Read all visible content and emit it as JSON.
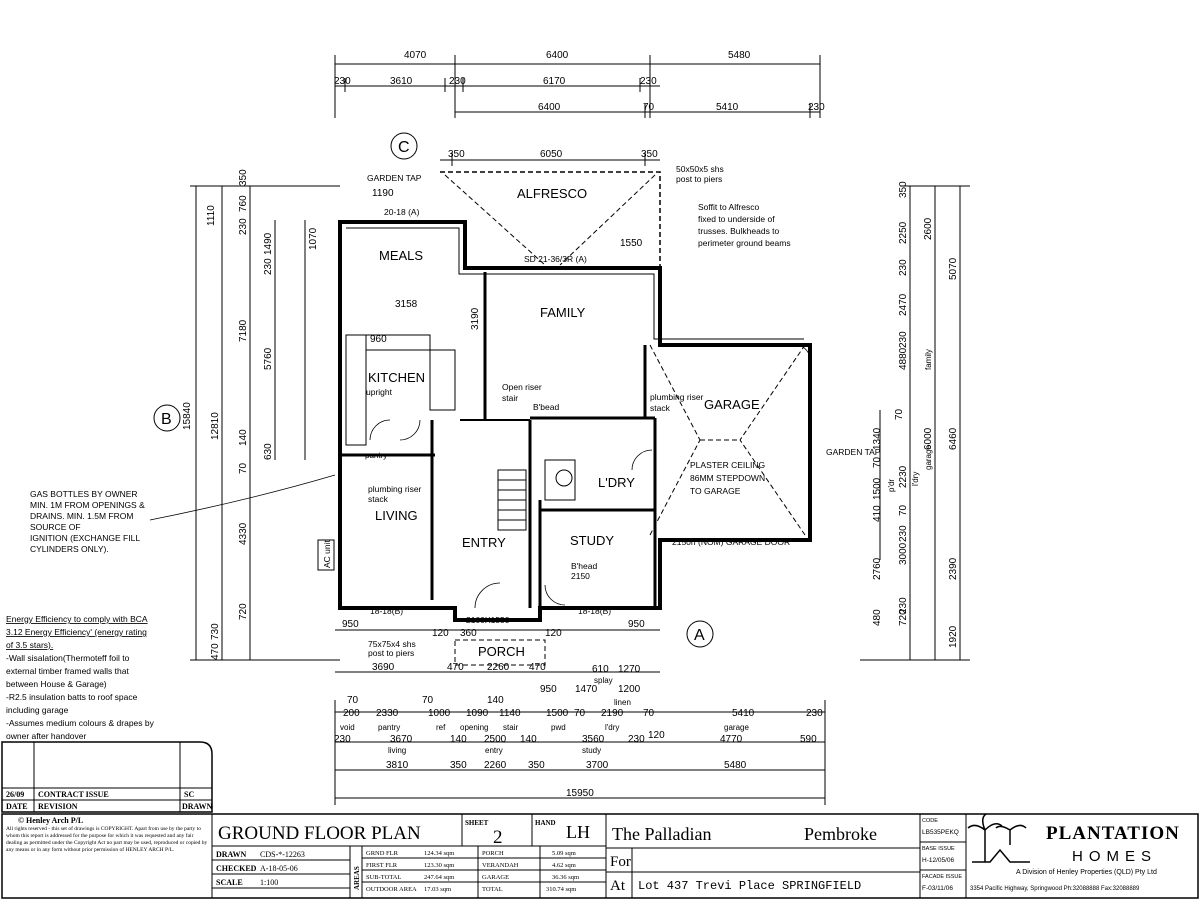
{
  "top_dims": {
    "row1": [
      "4070",
      "6400",
      "5480"
    ],
    "row2": [
      "230",
      "3610",
      "230",
      "6170",
      "230"
    ],
    "row3": [
      "6400",
      "70",
      "5410",
      "230"
    ],
    "alfresco": [
      "350",
      "6050",
      "350"
    ],
    "meals": [
      "1190",
      "3158",
      "960",
      "1550"
    ]
  },
  "grid_markers": {
    "c": "C",
    "b": "B",
    "a": "A"
  },
  "rooms": {
    "alfresco": "ALFRESCO",
    "meals": "MEALS",
    "family": "FAMILY",
    "kitchen": "KITCHEN",
    "garage": "GARAGE",
    "living": "LIVING",
    "entry": "ENTRY",
    "study": "STUDY",
    "laundry": "L'DRY",
    "porch": "PORCH",
    "pantry": "pantry"
  },
  "labels": {
    "garden_tap_top": "GARDEN TAP",
    "garden_tap_right": "GARDEN TAP",
    "shs_post": "50x50x5 shs",
    "shs_post2": "post to piers",
    "soffit": [
      "Soffit to Alfresco",
      "fixed to underside of",
      "trusses. Bulkheads to",
      "perimeter ground beams"
    ],
    "open_riser": [
      "Open riser",
      "stair"
    ],
    "bbead_2150": "B'bead",
    "plumbing_riser": [
      "plumbing riser",
      "stack"
    ],
    "plaster_ceiling": [
      "PLASTER CEILING",
      "86MM STEPDOWN",
      "TO GARAGE"
    ],
    "garage_door": "2150h (NOM) GARAGE DOOR",
    "study_bbead": [
      "B'head",
      "2150"
    ],
    "porch_post": [
      "75x75x4 shs",
      "post to piers"
    ],
    "window_2100": "2100X1550",
    "ac_unit": "AC unit",
    "upright": "upright",
    "win_top_meals": "20-18 (A)",
    "win_sd": "SD 21-36/3R (A)",
    "win_liv": "18-18(B)",
    "win_study": "18-18(B)"
  },
  "left_dims": {
    "outer": [
      "1110",
      "15840"
    ],
    "mid": [
      "12810",
      "730",
      "470"
    ],
    "inner": [
      "350",
      "760",
      "230",
      "7180",
      "140",
      "70",
      "4330",
      "720"
    ],
    "inner2": [
      "1490",
      "230",
      "5760",
      "630"
    ],
    "inner3": [
      "1070",
      "3190"
    ]
  },
  "right_dims": {
    "a": [
      "350",
      "2250",
      "230",
      "2470",
      "230",
      "4880",
      "70",
      "1340",
      "70",
      "2230",
      "1500",
      "410",
      "70",
      "3000",
      "230",
      "2760",
      "2390",
      "230",
      "480",
      "720"
    ],
    "b": [
      "2600",
      "5070",
      "6000",
      "6460",
      "1920"
    ],
    "words": [
      "family",
      "garage",
      "l'dry",
      "p'dr"
    ]
  },
  "gas_note": [
    "GAS BOTTLES BY OWNER",
    "MIN. 1M FROM OPENINGS &",
    "DRAINS. MIN. 1.5M FROM",
    "SOURCE OF",
    "IGNITION (EXCHANGE FILL",
    "CYLINDERS ONLY)."
  ],
  "energy_note": [
    "Energy Efficiency to comply with BCA",
    "3.12 Energy Efficiency' (energy rating",
    "of 3.5 stars).",
    "-Wall sisalation(Thermoteff foil to",
    "external timber framed walls that",
    "between House & Garage)",
    "-R2.5 insulation batts to roof space",
    "including garage",
    "-Assumes medium colours & drapes by",
    "owner after handover"
  ],
  "bottom_dims": {
    "row1": [
      "950",
      "360",
      "120",
      "2100X1550",
      "120",
      "950"
    ],
    "row2": [
      "3690",
      "470",
      "2260",
      "470",
      "950",
      "1470",
      "1200",
      "610",
      "1270"
    ],
    "row3": [
      "70",
      "200",
      "2330",
      "70",
      "1000",
      "140",
      "1090",
      "1140",
      "1500",
      "70",
      "2190",
      "70",
      "5410",
      "230"
    ],
    "row4": [
      "230",
      "3670",
      "140",
      "2500",
      "140",
      "3560",
      "230",
      "120",
      "4770",
      "590"
    ],
    "row5": [
      "3810",
      "350",
      "2260",
      "350",
      "3700",
      "5480"
    ],
    "total": "15950",
    "words": [
      "void",
      "pantry",
      "ref",
      "opening",
      "stair",
      "pwd",
      "l'dry",
      "garage",
      "living",
      "entry",
      "study",
      "splay",
      "linen"
    ]
  },
  "revision": {
    "rows": [
      [
        "26/09",
        "CONTRACT ISSUE",
        "SC"
      ]
    ],
    "headers": [
      "DATE",
      "REVISION",
      "DRAWN"
    ]
  },
  "copyright": {
    "owner": "© Henley Arch P/L",
    "text": "All rights reserved - this set of drawings is COPYRIGHT. Apart from use by the party to whom this report is addressed for the purpose for which it was requested and any fair dealing as permitted under the Copyright Act no part may be used, reproduced or copied by any means or in any form without prior permission of HENLEY ARCH P/L."
  },
  "title_block": {
    "title": "GROUND FLOOR PLAN",
    "sheet_label": "SHEET",
    "sheet": "2",
    "hand_label": "HAND",
    "hand": "LH",
    "drawn_label": "DRAWN",
    "drawn": "CDS-*-12263",
    "checked_label": "CHECKED",
    "checked": "A-18-05-06",
    "scale_label": "SCALE",
    "scale": "1:100",
    "areas_label": "AREAS",
    "areas": [
      [
        "GRND FLR",
        "124.34 sqm",
        "PORCH",
        "5.09 sqm"
      ],
      [
        "FIRST FLR",
        "123.30 sqm",
        "VERANDAH",
        "4.62 sqm"
      ],
      [
        "SUB-TOTAL",
        "247.64 sqm",
        "GARAGE",
        "36.36 sqm"
      ],
      [
        "OUTDOOR AREA",
        "17.03 sqm",
        "TOTAL",
        "310.74 sqm"
      ]
    ],
    "project": "The Palladian",
    "model": "Pembroke",
    "for_label": "For",
    "at_label": "At",
    "address": "Lot 437 Trevi Place SPRINGFIELD",
    "code_rows": [
      "CODE",
      "LB535PEKQ",
      "BASE ISSUE",
      "H-12/05/06",
      "FACADE ISSUE",
      "F-03/11/06"
    ],
    "brand": "PLANTATION",
    "brand2": "HOMES",
    "brand_sub": "A Division of Henley Properties (QLD) Pty Ltd",
    "brand_addr": "3354 Pacific Highway, Springwood Ph:32088888 Fax:32088889"
  }
}
